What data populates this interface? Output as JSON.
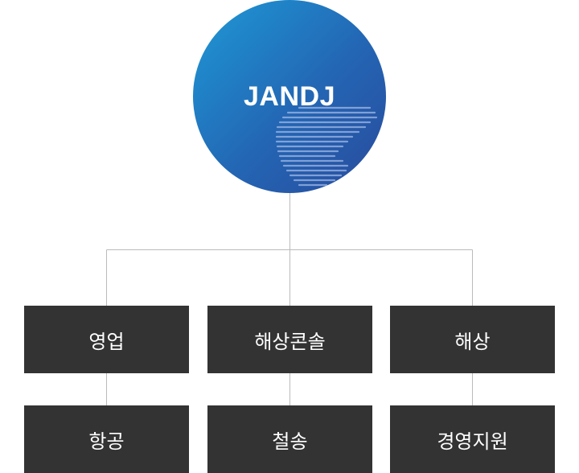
{
  "root": {
    "label": "JANDJ"
  },
  "departments": [
    {
      "label": "영업"
    },
    {
      "label": "해상콘솔"
    },
    {
      "label": "해상"
    }
  ],
  "sub_departments": [
    {
      "label": "항공"
    },
    {
      "label": "철송"
    },
    {
      "label": "경영지원"
    }
  ],
  "colors": {
    "node_fill": "#333333",
    "node_text": "#ffffff",
    "connector": "#bbbbbb",
    "root_gradient_start": "#1e9ad6",
    "root_gradient_end": "#2a4a9c"
  }
}
